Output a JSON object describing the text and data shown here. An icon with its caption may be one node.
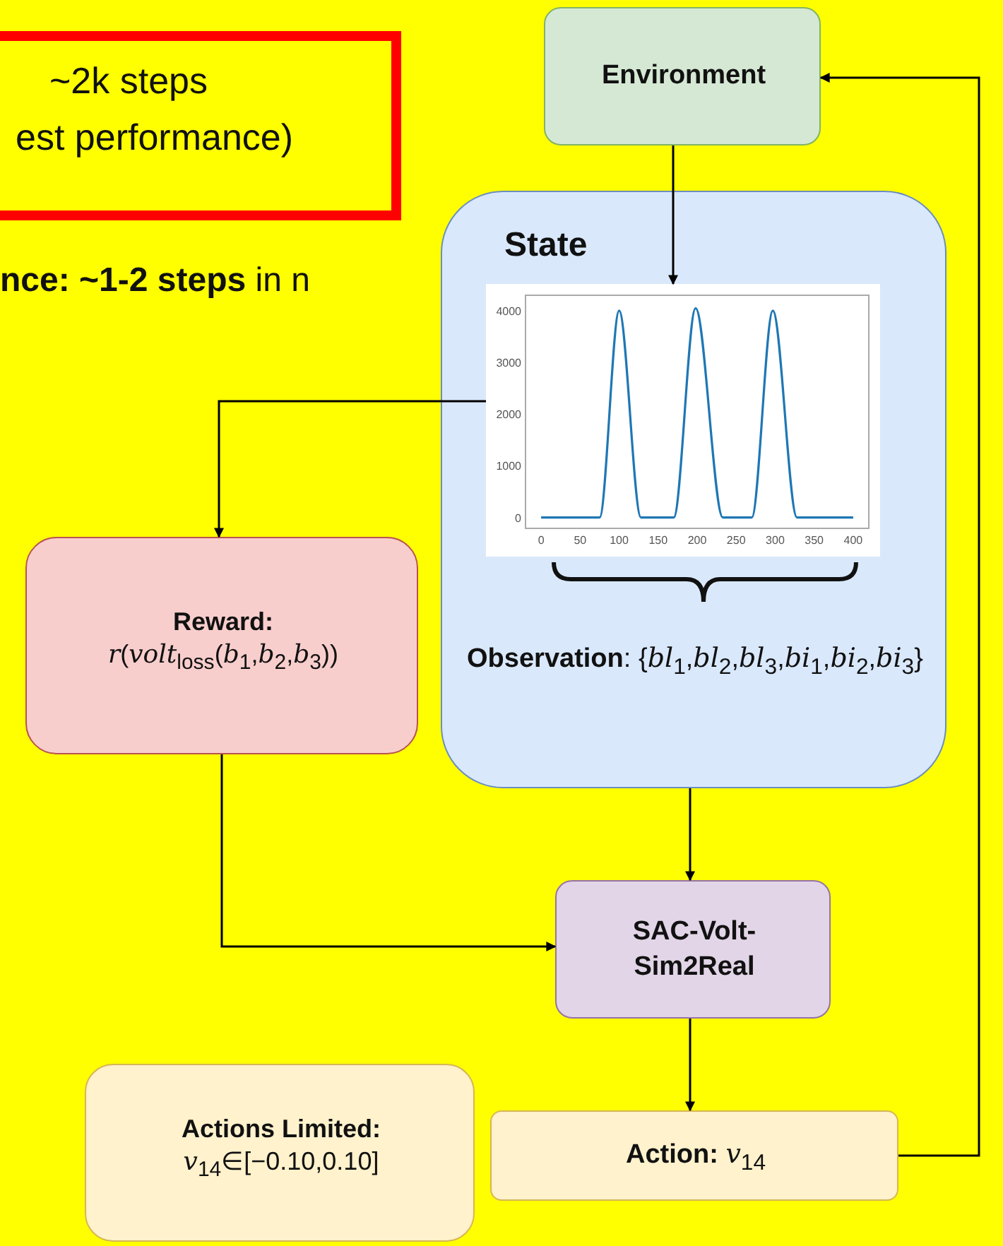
{
  "diagram": {
    "nodes": [
      {
        "text": [
          "~2k steps",
          "est performance)"
        ]
      },
      {
        "text": [
          "Environment"
        ]
      },
      {
        "text": [
          "State",
          "**Observation**: {*bl*$_{1}$,*bl*$_{2}$,*bl*$_{3}$,*bi*$_{1}$,*bi*$_{2}$,*bi*$_{3}$}"
        ]
      },
      {
        "text": [],
        "shape": "chart",
        "in": 2
      },
      {
        "text": [
          "**Reward:** *r*(*volt*$_{loss}$(*b*$_{1}$,*b*$_{2}$,*b*$_{3}$))"
        ]
      },
      {
        "text": [
          "SAC-Volt-Sim2Real"
        ]
      },
      {
        "text": [
          "**Actions Limited:** *v*$_{14}$∈[−0.10,0.10]"
        ]
      },
      {
        "text": [
          "**Action:** *v*$_{14}$"
        ]
      }
    ],
    "edges": [
      {
        "from": 1,
        "to": 3,
        "arrow": "to"
      },
      {
        "from": 3,
        "to": 4,
        "arrow": "to"
      },
      {
        "from": 2,
        "to": 5,
        "arrow": "to"
      },
      {
        "from": 4,
        "to": 5,
        "arrow": "to"
      },
      {
        "from": 5,
        "to": 7,
        "arrow": "to"
      },
      {
        "from": 7,
        "to": 1,
        "arrow": "to"
      }
    ],
    "labels": [
      "**nce:  ~1-2 steps** in n"
    ],
    "chart_data": {
      "type": "line",
      "x": [
        0,
        75,
        100,
        128,
        170,
        198,
        233,
        270,
        297,
        328,
        400
      ],
      "series": [
        {
          "color": "#1f77b4",
          "values": [
            0,
            0,
            4000,
            0,
            0,
            4050,
            0,
            0,
            4000,
            0,
            0
          ]
        }
      ],
      "xlim": [
        -20,
        420
      ],
      "ylim": [
        -210,
        4300
      ],
      "xticks": [
        0,
        50,
        100,
        150,
        200,
        250,
        300,
        350,
        400
      ],
      "yticks": [
        0,
        1000,
        2000,
        3000,
        4000
      ]
    }
  }
}
